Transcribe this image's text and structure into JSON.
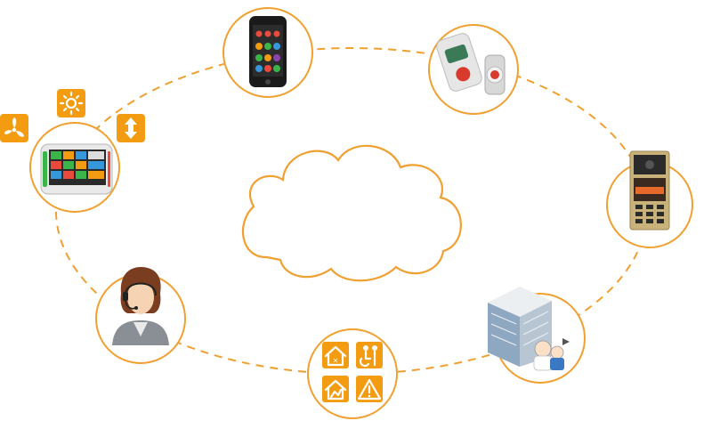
{
  "diagram": {
    "accent_color": "#f0a030",
    "tile_color": "#f39c12",
    "center": {
      "icon": "cloud-icon"
    },
    "nodes": [
      {
        "name": "smartphone-node",
        "icon": "smartphone-icon"
      },
      {
        "name": "panic-pendant-node",
        "icon": "panic-button-pendant-icon"
      },
      {
        "name": "door-intercom-node",
        "icon": "door-station-icon"
      },
      {
        "name": "hospital-node",
        "icon": "hospital-building-icon"
      },
      {
        "name": "alerts-node",
        "icon": "alert-tiles-icon"
      },
      {
        "name": "operator-node",
        "icon": "headset-operator-icon"
      },
      {
        "name": "touch-panel-node",
        "icon": "touch-panel-icon"
      }
    ],
    "control_tiles": [
      "fan-icon",
      "sun-icon",
      "up-down-arrows-icon"
    ]
  }
}
